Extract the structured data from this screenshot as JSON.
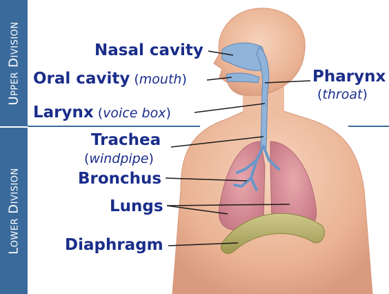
{
  "divisions": {
    "upper": "Upper Division",
    "lower": "Lower Division"
  },
  "labels": {
    "nasal_cavity": "Nasal cavity",
    "oral_cavity": "Oral cavity",
    "oral_cavity_paren_open": " (",
    "oral_cavity_sub": "mouth",
    "paren_close": ")",
    "larynx": "Larynx",
    "larynx_paren_open": " (",
    "larynx_sub": "voice box",
    "trachea": "Trachea",
    "trachea_paren_open": "(",
    "trachea_sub": "windpipe",
    "bronchus": "Bronchus",
    "lungs": "Lungs",
    "diaphragm": "Diaphragm",
    "pharynx": "Pharynx",
    "pharynx_paren_open": "(",
    "pharynx_sub": "throat"
  },
  "colors": {
    "band": "#3a6a9b",
    "label_text": "#1a2d8a",
    "skin": "#f2c2a6",
    "skin_shadow": "#dc9d82",
    "airway": "#8fb3d9",
    "lung": "#d98c96",
    "diaphragm": "#b5ae6b"
  }
}
